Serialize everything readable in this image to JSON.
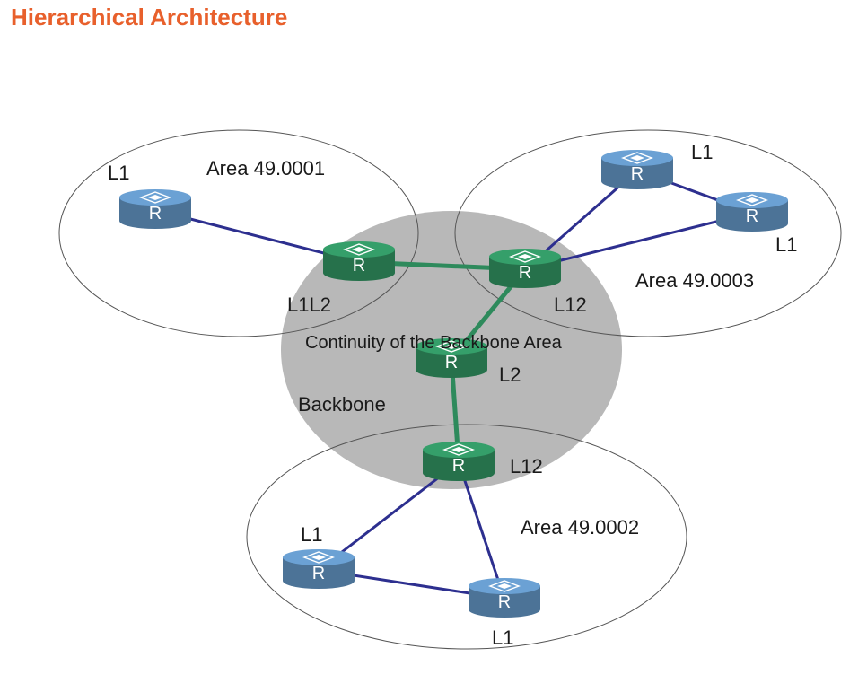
{
  "title": "Hierarchical Architecture",
  "colors": {
    "title": "#e8602c",
    "backbone_fill": "#b8b8b8",
    "l1_router": "#5d8cb8",
    "backbone_router": "#2e8a5c",
    "l1_link": "#2d2f8f",
    "backbone_link": "#2e8a5c"
  },
  "labels": {
    "area1": "Area 49.0001",
    "area2": "Area 49.0002",
    "area3": "Area 49.0003",
    "backbone": "Backbone",
    "continuity": "Continuity of the Backbone Area"
  },
  "router_letter": "R",
  "routers": [
    {
      "id": "a1-l1",
      "role": "L1",
      "kind": "level1"
    },
    {
      "id": "a1-l1l2",
      "role": "L1L2",
      "kind": "backbone"
    },
    {
      "id": "a3-l12",
      "role": "L12",
      "kind": "backbone"
    },
    {
      "id": "a3-l1-top",
      "role": "L1",
      "kind": "level1"
    },
    {
      "id": "a3-l1-right",
      "role": "L1",
      "kind": "level1"
    },
    {
      "id": "bb-l2",
      "role": "L2",
      "kind": "backbone"
    },
    {
      "id": "a2-l12",
      "role": "L12",
      "kind": "backbone"
    },
    {
      "id": "a2-l1-left",
      "role": "L1",
      "kind": "level1"
    },
    {
      "id": "a2-l1-right",
      "role": "L1",
      "kind": "level1"
    }
  ]
}
